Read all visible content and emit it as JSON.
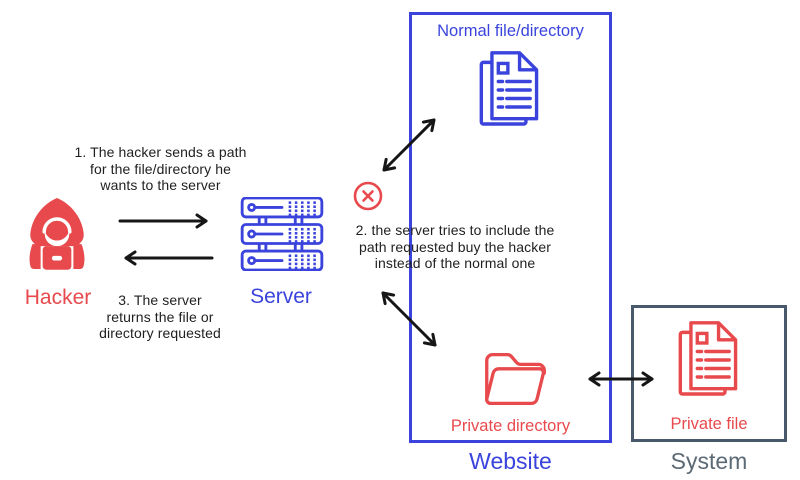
{
  "colors": {
    "red": "#e8494c",
    "blue": "#3a44dd",
    "slate_border": "#47596a",
    "slate_text": "#5c6a76",
    "arrow_black": "#161616",
    "step_text": "#1f1f1f",
    "background": "#ffffff"
  },
  "hacker": {
    "label": "Hacker",
    "icon": "hooded-hacker-icon"
  },
  "server": {
    "label": "Server",
    "icon": "server-rack-icon"
  },
  "steps": {
    "step1": {
      "lines": [
        "1. The hacker sends a path",
        "for the file/directory he",
        "wants to the server"
      ]
    },
    "step2": {
      "lines": [
        "2. the server tries to include the",
        "path requested buy the hacker",
        "instead of the normal one"
      ]
    },
    "step3": {
      "lines": [
        "3. The server",
        "returns the file or",
        "directory requested"
      ]
    }
  },
  "website": {
    "label": "Website",
    "normal_file": {
      "label": "Normal file/directory",
      "icon": "documents-icon"
    },
    "private_directory": {
      "label": "Private directory",
      "icon": "open-folder-icon"
    }
  },
  "system": {
    "label": "System",
    "private_file": {
      "label": "Private file",
      "icon": "documents-icon"
    }
  },
  "blocked_marker": {
    "icon": "x-circle-icon"
  }
}
